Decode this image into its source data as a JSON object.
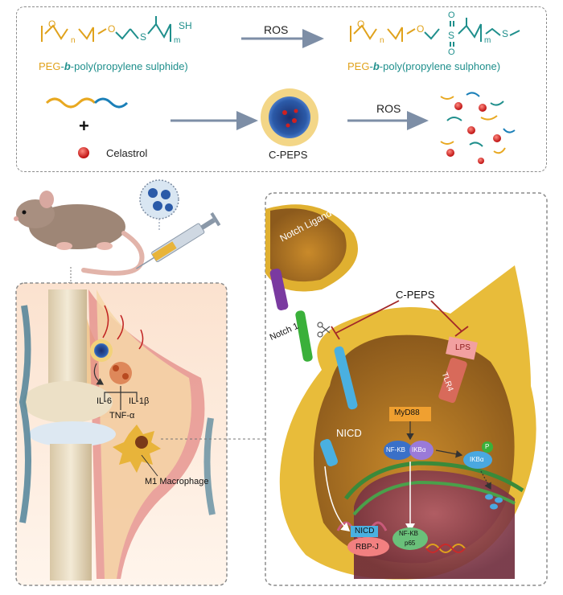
{
  "top": {
    "reaction_label": "ROS",
    "left_name": {
      "peg": "PEG",
      "sep1": "-",
      "b": "b",
      "sep2": "-",
      "rest": "poly(propylene sulphide)"
    },
    "right_name": {
      "peg": "PEG",
      "sep1": "-",
      "b": "b",
      "sep2": "-",
      "rest": "poly(propylene sulphone)"
    },
    "left_struct": {
      "o1": "O",
      "n": "n",
      "o2": "O",
      "s": "S",
      "m": "m",
      "sh": "SH"
    },
    "right_struct": {
      "o1": "O",
      "n": "n",
      "o2": "O",
      "s": "S",
      "o_up": "O",
      "o_dn": "O",
      "m": "m",
      "s2": "S"
    },
    "plus": "+",
    "celastrol": "Celastrol",
    "micelle_label": "C-PEPS",
    "ros2": "ROS"
  },
  "joint": {
    "il6": "IL-6",
    "il1b": "IL-1β",
    "tnfa": "TNF-α",
    "macrophage": "M1 Macrophage"
  },
  "cell": {
    "notch_ligand": "Notch Ligand",
    "notch1": "Notch 1",
    "cpeps": "C-PEPS",
    "lps": "LPS",
    "tlr4": "TLR4",
    "myd88": "MyD88",
    "nicd": "NICD",
    "nfkb": "NF-KB",
    "ikba": "IKBα",
    "p": "P",
    "ikba2": "IKBα",
    "nicd2": "NICD",
    "rbpj": "RBP-J",
    "nfkb2": "NF-KB",
    "p65": "p65"
  },
  "colors": {
    "peg": "#e0a21c",
    "pps": "#1f8f8c",
    "arrow": "#7d8ea6",
    "inhibit": "#a32828"
  }
}
